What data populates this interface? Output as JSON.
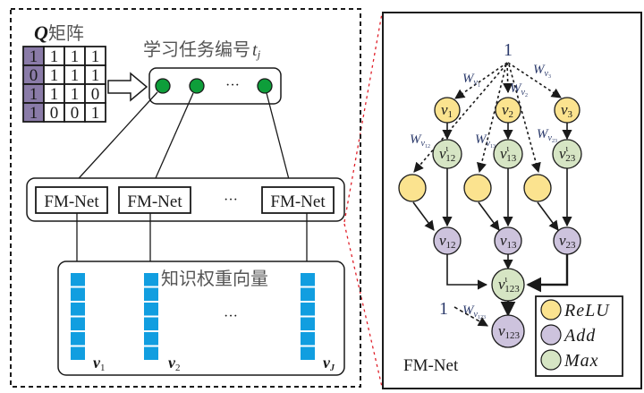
{
  "colors": {
    "relu": "#fbe38f",
    "add": "#cdc3dd",
    "max": "#d6e5c4",
    "task_node": "#0e9e3a",
    "vector_cell": "#119ee0",
    "matrix_first_col": "#8a7ba8",
    "zoom_line": "#e0202a"
  },
  "left_panel": {
    "q_matrix": {
      "label_symbol": "Q",
      "label_text": "矩阵",
      "rows": [
        [
          "1",
          "1",
          "1",
          "1"
        ],
        [
          "0",
          "1",
          "1",
          "1"
        ],
        [
          "1",
          "1",
          "1",
          "0"
        ],
        [
          "1",
          "0",
          "0",
          "1"
        ]
      ]
    },
    "task_label": "学习任务编号",
    "task_symbol": "t",
    "task_subscript": "j",
    "task_ellipsis": "···",
    "fmnet_boxes": [
      "FM-Net",
      "FM-Net",
      "FM-Net"
    ],
    "fmnet_ellipsis": "···",
    "vector_title": "知识权重向量",
    "vector_ellipsis": "···",
    "vectors": [
      {
        "symbol": "v",
        "sub": "1"
      },
      {
        "symbol": "v",
        "sub": "2"
      },
      {
        "symbol": "v",
        "sub": "J"
      }
    ]
  },
  "right_panel": {
    "title": "FM-Net",
    "bias_top": "1",
    "bias_bottom": "1",
    "weights": {
      "wv1": {
        "w": "W",
        "s": "v",
        "ss": "1"
      },
      "wv2": {
        "w": "W",
        "s": "v",
        "ss": "2"
      },
      "wv3": {
        "w": "W",
        "s": "v",
        "ss": "3"
      },
      "wv12": {
        "w": "W",
        "s": "v",
        "ss": "12"
      },
      "wv13": {
        "w": "W",
        "s": "v",
        "ss": "13"
      },
      "wv23": {
        "w": "W",
        "s": "v",
        "ss": "23"
      },
      "wv123": {
        "w": "W",
        "s": "v",
        "ss": "123"
      }
    },
    "nodes": {
      "v1": {
        "sym": "v",
        "sub": "1",
        "sup": ""
      },
      "v2": {
        "sym": "v",
        "sub": "2",
        "sup": ""
      },
      "v3": {
        "sym": "v",
        "sub": "3",
        "sup": ""
      },
      "vp12": {
        "sym": "v",
        "sub": "12",
        "sup": "ι"
      },
      "vp13": {
        "sym": "v",
        "sub": "13",
        "sup": "ι"
      },
      "vp23": {
        "sym": "v",
        "sub": "23",
        "sup": "ι"
      },
      "v12": {
        "sym": "v",
        "sub": "12",
        "sup": ""
      },
      "v13": {
        "sym": "v",
        "sub": "13",
        "sup": ""
      },
      "v23": {
        "sym": "v",
        "sub": "23",
        "sup": ""
      },
      "vp123": {
        "sym": "v",
        "sub": "123",
        "sup": "ι"
      },
      "v123": {
        "sym": "v",
        "sub": "123",
        "sup": ""
      }
    },
    "legend": [
      {
        "label": "ReLU",
        "kind": "relu"
      },
      {
        "label": "Add",
        "kind": "add"
      },
      {
        "label": "Max",
        "kind": "max"
      }
    ]
  }
}
